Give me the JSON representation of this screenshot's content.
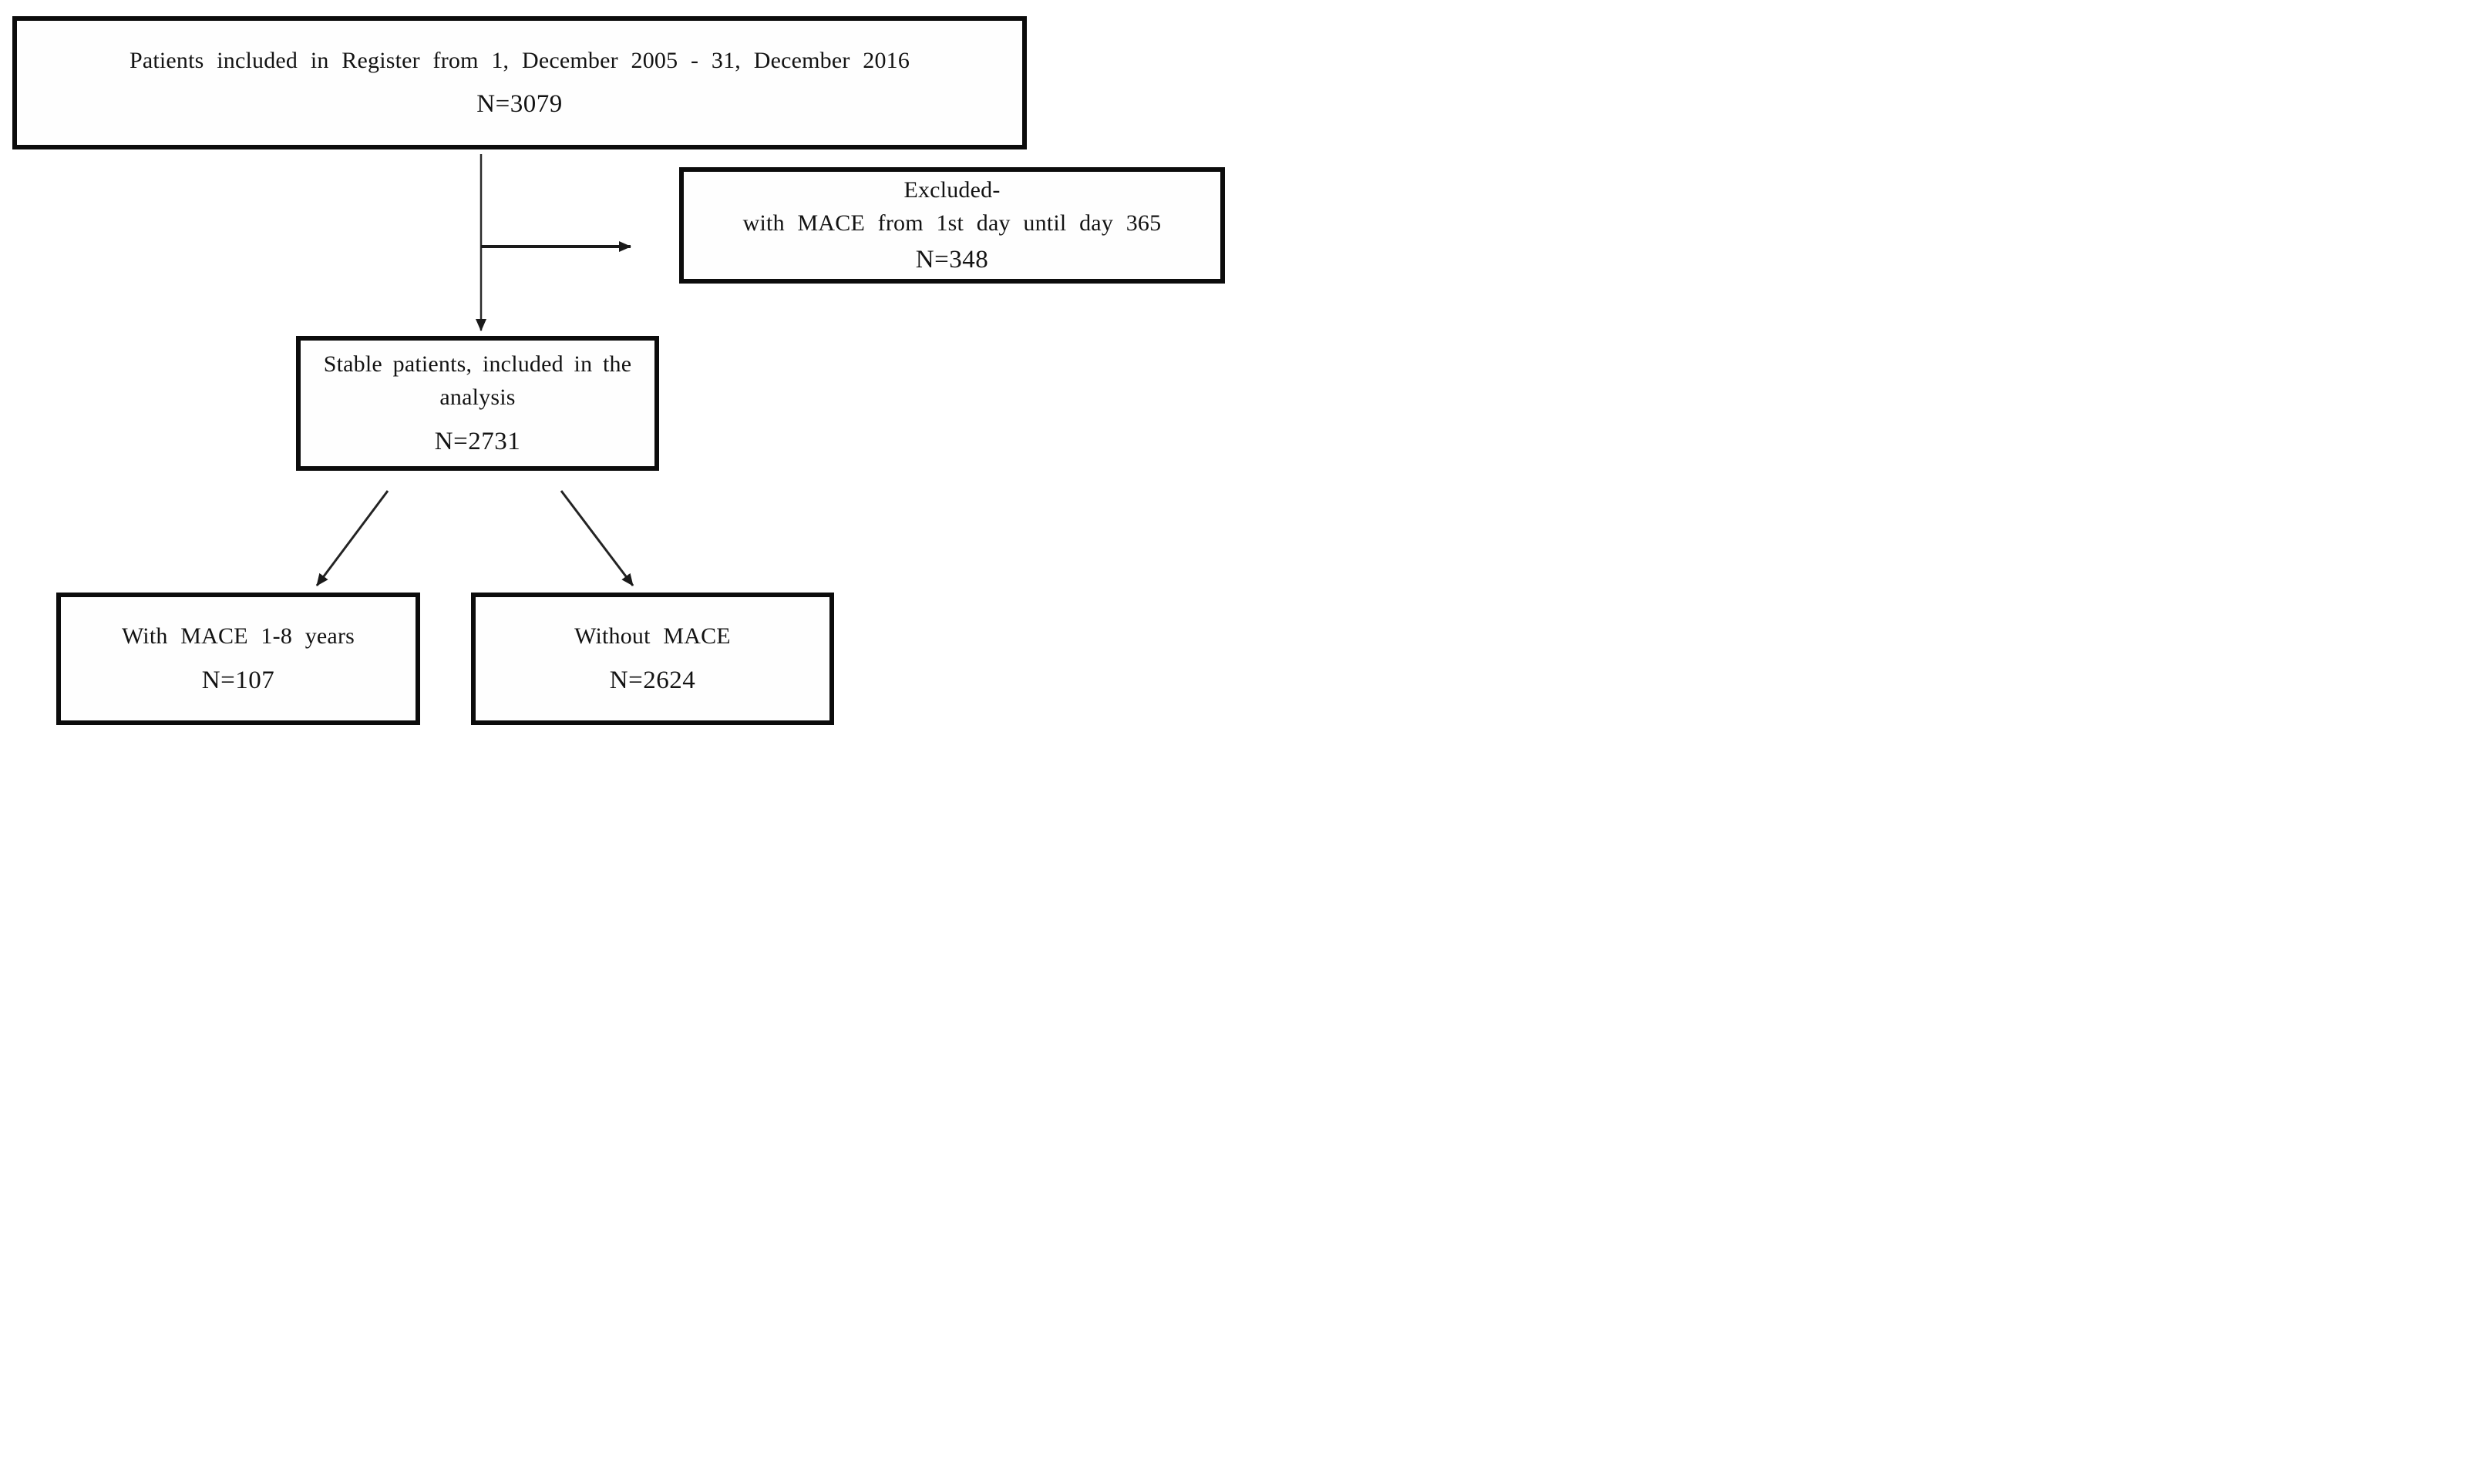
{
  "figure": {
    "type": "flow-diagram",
    "boxes": {
      "register": {
        "lines": [
          "Patients included in Register from 1, December 2005 - 31, December 2016"
        ],
        "n": "N=3079"
      },
      "excluded": {
        "lines": [
          "Excluded-",
          "with MACE from 1st day until day 365"
        ],
        "n": "N=348"
      },
      "stable": {
        "lines": [
          "Stable patients, included in the",
          "analysis"
        ],
        "n": "N=2731"
      },
      "with_mace": {
        "lines": [
          "With MACE 1-8 years"
        ],
        "n": "N=107"
      },
      "without_mace": {
        "lines": [
          "Without MACE"
        ],
        "n": "N=2624"
      }
    },
    "edges": [
      {
        "from": "register",
        "to": "stable"
      },
      {
        "from": "register",
        "to": "excluded"
      },
      {
        "from": "stable",
        "to": "with_mace"
      },
      {
        "from": "stable",
        "to": "without_mace"
      }
    ],
    "colors": {
      "ink": "#131313",
      "border": "#0c0c0c",
      "arrow": "#1f1f1f"
    }
  }
}
